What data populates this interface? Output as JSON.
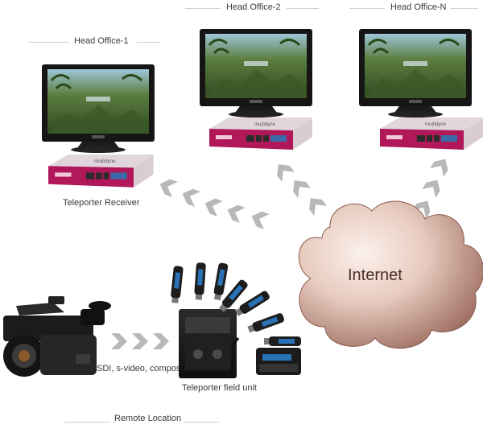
{
  "labels": {
    "head_office_1": "Head Office-1",
    "head_office_2": "Head Office-2",
    "head_office_n": "Head Office-N",
    "teleporter_receiver": "Teleporter Receiver",
    "internet": "Internet",
    "sdi_caption": "SDI, s-video, composite",
    "field_unit": "Teleporter field unit",
    "remote_location": "Remote Location"
  },
  "device_brand": "mu|tidyne",
  "colors": {
    "receiver_body": "#b0185a",
    "receiver_top": "#ded4da",
    "cloud_light": "#f8ebe4",
    "cloud_dark": "#a7776a",
    "arrow_gray": "#b8b8b8",
    "tv_frame": "#151515"
  }
}
